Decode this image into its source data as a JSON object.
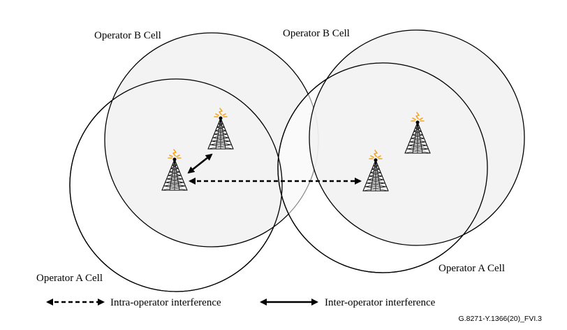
{
  "labels": {
    "operator_b_cell_left": "Operator B Cell",
    "operator_b_cell_right": "Operator B Cell",
    "operator_a_cell_left": "Operator A Cell",
    "operator_a_cell_right": "Operator A Cell"
  },
  "legend": {
    "intra_operator": "Intra-operator interference",
    "inter_operator": "Inter-operator interference"
  },
  "figure_code": "G.8271-Y.1366(20)_FVI.3",
  "colors": {
    "cell_fill": "#f2f2f2",
    "cell_stroke": "#000000",
    "antenna_signal": "#f5a623"
  },
  "icons": {
    "tower": "cell-tower-icon",
    "signal": "radio-wave-icon"
  }
}
